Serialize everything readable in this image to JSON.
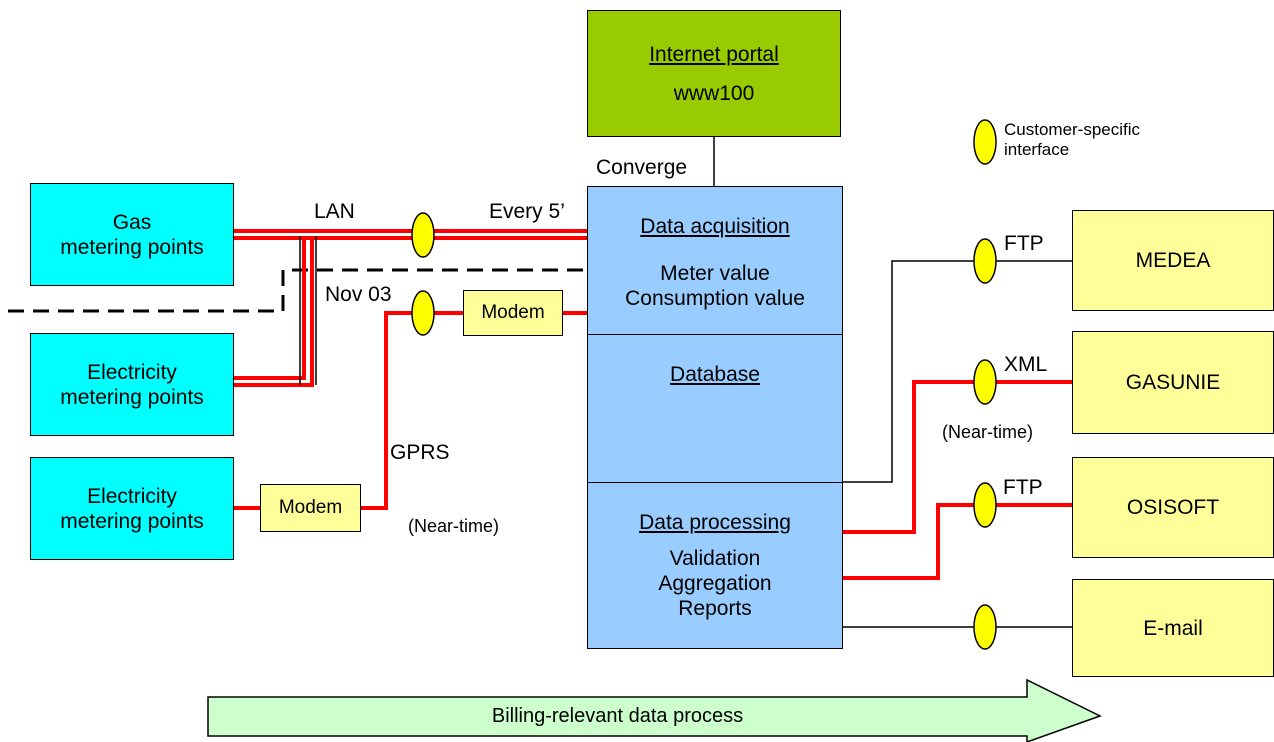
{
  "portal": {
    "title": "Internet portal",
    "subtitle": "www100"
  },
  "converge_label": "Converge",
  "legend": {
    "line1": "Customer-specific",
    "line2": "interface"
  },
  "sources": [
    {
      "line1": "Gas",
      "line2": "metering points"
    },
    {
      "line1": "Electricity",
      "line2": "metering points"
    },
    {
      "line1": "Electricity",
      "line2": "metering points"
    }
  ],
  "modems": [
    "Modem",
    "Modem"
  ],
  "link_labels": {
    "lan": "LAN",
    "every5": "Every 5’",
    "nov03": "Nov 03",
    "gprs": "GPRS",
    "near_time_left": "(Near-time)"
  },
  "central": {
    "acquisition": {
      "title": "Data acquisition",
      "line1": "Meter value",
      "line2": "Consumption value"
    },
    "database": {
      "title": "Database"
    },
    "processing": {
      "title": "Data processing",
      "line1": "Validation",
      "line2": "Aggregation",
      "line3": "Reports"
    }
  },
  "targets": [
    {
      "name": "MEDEA",
      "protocol": "FTP"
    },
    {
      "name": "GASUNIE",
      "protocol": "XML",
      "note": "(Near-time)"
    },
    {
      "name": "OSISOFT",
      "protocol": "FTP"
    },
    {
      "name": "E-mail",
      "protocol": ""
    }
  ],
  "arrow_label": "Billing-relevant data process",
  "colors": {
    "source_box": "#00ffff",
    "target_box": "#ffff99",
    "central_box": "#99ccff",
    "portal_box": "#99cc00",
    "interface_marker": "#ffff00",
    "red_link": "#ff0000",
    "arrow_fill": "#ccffcc"
  }
}
